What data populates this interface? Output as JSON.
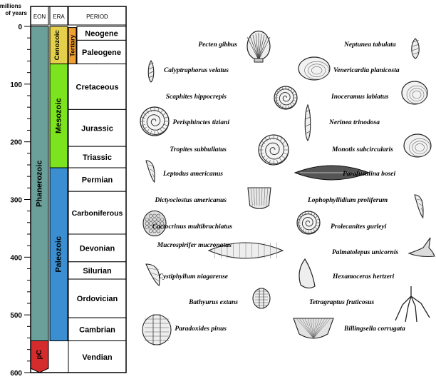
{
  "axis": {
    "label_line1": "millions",
    "label_line2": "of years",
    "ticks": [
      "0",
      "100",
      "200",
      "300",
      "400",
      "500",
      "600"
    ]
  },
  "headers": {
    "eon": "EON",
    "era": "ERA",
    "period": "PERIOD"
  },
  "eons": [
    {
      "label": "Phanerozoic",
      "start": 0,
      "end": 545,
      "color": "#6a9f9a"
    },
    {
      "label": "pC",
      "start": 545,
      "end": 600,
      "color": "#d42c2c"
    }
  ],
  "eras": [
    {
      "label": "Cenozoic",
      "start": 0,
      "end": 65,
      "color": "#e4d04a"
    },
    {
      "label": "Mesozoic",
      "start": 65,
      "end": 245,
      "color": "#7be41e"
    },
    {
      "label": "Paleozoic",
      "start": 245,
      "end": 545,
      "color": "#3b8fd0"
    }
  ],
  "subera": {
    "label": "Tertiary",
    "start": 2,
    "end": 65,
    "color": "#f0a030"
  },
  "periods": [
    {
      "label": "Neogene",
      "start": 0,
      "end": 24
    },
    {
      "label": "Paleogene",
      "start": 24,
      "end": 65
    },
    {
      "label": "Cretaceous",
      "start": 65,
      "end": 144
    },
    {
      "label": "Jurassic",
      "start": 144,
      "end": 208
    },
    {
      "label": "Triassic",
      "start": 208,
      "end": 245
    },
    {
      "label": "Permian",
      "start": 245,
      "end": 286
    },
    {
      "label": "Carboniferous",
      "start": 286,
      "end": 360
    },
    {
      "label": "Devonian",
      "start": 360,
      "end": 408
    },
    {
      "label": "Silurian",
      "start": 408,
      "end": 438
    },
    {
      "label": "Ordovician",
      "start": 438,
      "end": 505
    },
    {
      "label": "Cambrian",
      "start": 505,
      "end": 545
    },
    {
      "label": "Vendian",
      "start": 545,
      "end": 600
    }
  ],
  "fossils_left": [
    "Pecten gibbus",
    "Calyptraphorus velatus",
    "Scaphites hippocrepis",
    "Perisphinctes tiziani",
    "Tropites subbullatus",
    "Leptodus americanus",
    "Dictyoclostus americanus",
    "Cactocrinus multibrachiatus",
    "Mucrospirifer mucronatus",
    "Cystiphyllum niagarense",
    "Bathyurus extans",
    "Paradoxides pinus"
  ],
  "fossils_right": [
    "Neptunea tabulata",
    "Venericardia planicosta",
    "Inoceramus labiatus",
    "Nerinea trinodosa",
    "Monotis subcircularis",
    "Parafusulina bosei",
    "Lophophyllidium proliferum",
    "Prolecanites gurleyi",
    "Palmatolepus unicornis",
    "Hexamoceras hertzeri",
    "Tetragraptus fruticosus",
    "Billingsella corrugata"
  ]
}
